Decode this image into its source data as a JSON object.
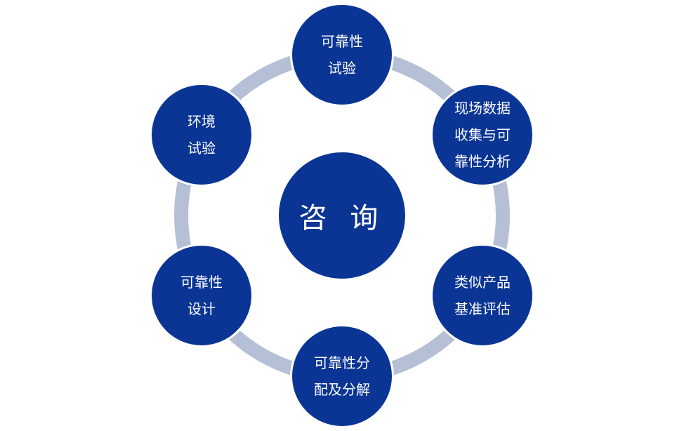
{
  "colors": {
    "node": "#0b3594",
    "ring": "#b5bfd5"
  },
  "center": {
    "label": "咨 询"
  },
  "nodes": [
    {
      "label": "可靠性\n试验"
    },
    {
      "label": "现场数据\n收集与可\n靠性分析"
    },
    {
      "label": "类似产品\n基准评估"
    },
    {
      "label": "可靠性分\n配及分解"
    },
    {
      "label": "可靠性\n设计"
    },
    {
      "label": "环境\n试验"
    }
  ]
}
